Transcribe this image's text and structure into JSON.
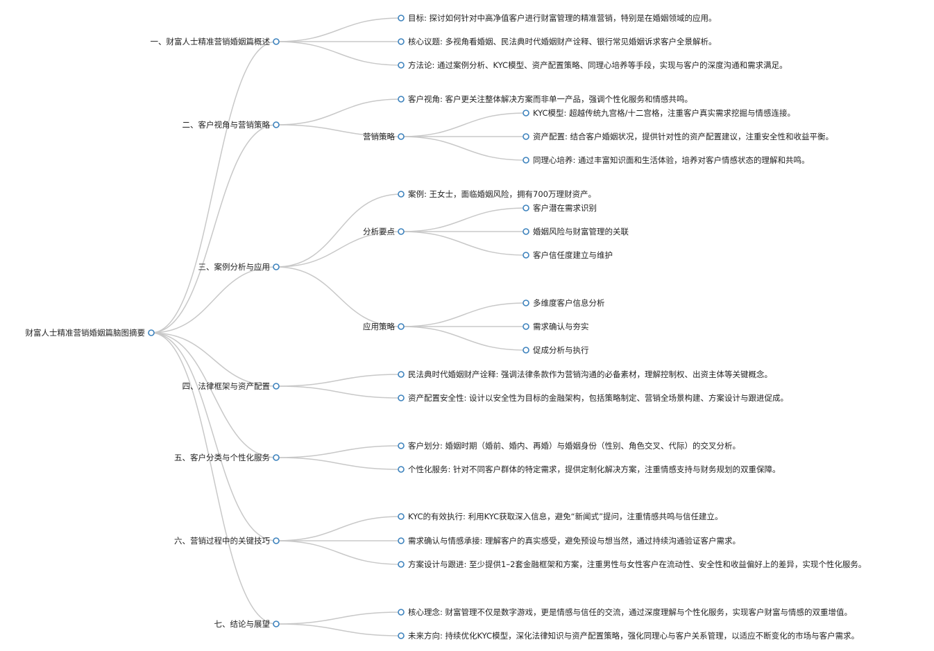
{
  "mindmap": {
    "label": "财富人士精准营销婚姻篇脑图摘要",
    "children": [
      {
        "label": "一、财富人士精准营销婚姻篇概述",
        "children": [
          {
            "label": "目标: 探讨如何针对中高净值客户进行财富管理的精准营销，特别是在婚姻领域的应用。"
          },
          {
            "label": "核心议题: 多视角看婚姻、民法典时代婚姻财产诠释、银行常见婚姻诉求客户全景解析。"
          },
          {
            "label": "方法论: 通过案例分析、KYC模型、资产配置策略、同理心培养等手段，实现与客户的深度沟通和需求满足。"
          }
        ]
      },
      {
        "label": "二、客户视角与营销策略",
        "children": [
          {
            "label": "客户视角: 客户更关注整体解决方案而非单一产品，强调个性化服务和情感共鸣。"
          },
          {
            "label": "营销策略",
            "children": [
              {
                "label": "KYC模型: 超越传统九宫格/十二宫格，注重客户真实需求挖掘与情感连接。"
              },
              {
                "label": "资产配置: 结合客户婚姻状况，提供针对性的资产配置建议，注重安全性和收益平衡。"
              },
              {
                "label": "同理心培养: 通过丰富知识面和生活体验，培养对客户情感状态的理解和共鸣。"
              }
            ]
          }
        ]
      },
      {
        "label": "三、案例分析与应用",
        "children": [
          {
            "label": "案例: 王女士，面临婚姻风险，拥有700万理财资产。"
          },
          {
            "label": "分析要点",
            "children": [
              {
                "label": "客户潜在需求识别"
              },
              {
                "label": "婚姻风险与财富管理的关联"
              },
              {
                "label": "客户信任度建立与维护"
              }
            ]
          },
          {
            "label": "应用策略",
            "children": [
              {
                "label": "多维度客户信息分析"
              },
              {
                "label": "需求确认与夯实"
              },
              {
                "label": "促成分析与执行"
              }
            ]
          }
        ]
      },
      {
        "label": "四、法律框架与资产配置",
        "children": [
          {
            "label": "民法典时代婚姻财产诠释: 强调法律条款作为营销沟通的必备素材，理解控制权、出资主体等关键概念。"
          },
          {
            "label": "资产配置安全性: 设计以安全性为目标的金融架构，包括策略制定、营销全场景构建、方案设计与跟进促成。"
          }
        ]
      },
      {
        "label": "五、客户分类与个性化服务",
        "children": [
          {
            "label": "客户划分: 婚姻时期（婚前、婚内、再婚）与婚姻身份（性别、角色交叉、代际）的交叉分析。"
          },
          {
            "label": "个性化服务: 针对不同客户群体的特定需求，提供定制化解决方案，注重情感支持与财务规划的双重保障。"
          }
        ]
      },
      {
        "label": "六、营销过程中的关键技巧",
        "children": [
          {
            "label": "KYC的有效执行: 利用KYC获取深入信息，避免“新闻式”提问，注重情感共鸣与信任建立。"
          },
          {
            "label": "需求确认与情感承接: 理解客户的真实感受，避免预设与想当然，通过持续沟通验证客户需求。"
          },
          {
            "label": "方案设计与跟进: 至少提供1–2套金融框架和方案，注重男性与女性客户在流动性、安全性和收益偏好上的差异，实现个性化服务。"
          }
        ]
      },
      {
        "label": "七、结论与展望",
        "children": [
          {
            "label": "核心理念: 财富管理不仅是数字游戏，更是情感与信任的交流，通过深度理解与个性化服务，实现客户财富与情感的双重增值。"
          },
          {
            "label": "未来方向: 持续优化KYC模型，深化法律知识与资产配置策略，强化同理心与客户关系管理，以适应不断变化的市场与客户需求。"
          }
        ]
      }
    ]
  },
  "colors": {
    "node": "#3c82bd",
    "link": "#c8c8c8"
  }
}
